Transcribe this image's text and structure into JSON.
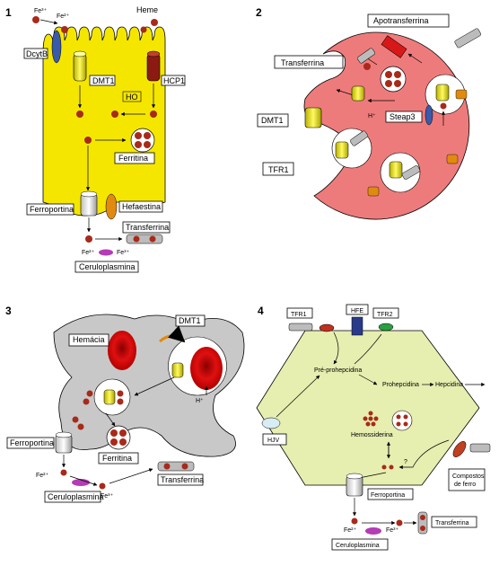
{
  "panels": {
    "p1": {
      "number": "1",
      "fe3_top": "Fe³⁺",
      "fe2_top": "Fe²⁺",
      "heme": "Heme",
      "dcytb": "DcytB",
      "dmt1": "DMT1",
      "hcp1": "HCP1",
      "ho": "HO",
      "ferritina": "Ferritina",
      "ferroportina": "Ferroportina",
      "hefaestina": "Hefaestina",
      "transferrina": "Transferrina",
      "fe2_bottom": "Fe²⁺",
      "fe3_bottom": "Fe³⁺",
      "ceruloplasmina": "Ceruloplasmina"
    },
    "p2": {
      "number": "2",
      "apotransferrina": "Apotransferrina",
      "transferrina": "Transferrina",
      "dmt1": "DMT1",
      "steap3": "Steap3",
      "h_plus": "H⁺",
      "tfr1": "TFR1"
    },
    "p3": {
      "number": "3",
      "dmt1": "DMT1",
      "hemacia": "Hemácia",
      "h_plus": "H⁺",
      "ferroportina": "Ferroportina",
      "ferritina": "Ferritina",
      "fe2": "Fe²⁺",
      "fe3": "Fe³⁺",
      "ceruloplasmina": "Ceruloplasmina",
      "transferrina": "Transferrina"
    },
    "p4": {
      "number": "4",
      "tfr1": "TFR1",
      "hfe": "HFE",
      "tfr2": "TFR2",
      "pre_prohepcidina": "Pré-prohepcidina",
      "prohepcidina": "Prohepcidina",
      "hepcidina": "Hepcidina",
      "hjv": "HJV",
      "hemossiderina": "Hemossiderina",
      "question": "?",
      "compostos_de_ferro": [
        "Compostos",
        "de ferro"
      ],
      "ferroportina": "Ferroportina",
      "fe2": "Fe²⁺",
      "fe3": "Fe³⁺",
      "transferrina": "Transferrina",
      "ceruloplasmina": "Ceruloplasmina"
    }
  },
  "colors": {
    "enterocyte_yellow": "#f5e600",
    "macrophage_gray": "#c8c8c8",
    "precursor_pink": "#ee7b7b",
    "hepatocyte_green": "#e6eeb0",
    "iron_red": "#a82a1a",
    "dmt1_yellow": "#e8e000",
    "hefaestina_orange": "#e08a10",
    "ceruloplasmina_purple": "#b43cb4",
    "dcytb_blue": "#3a5aaa"
  }
}
